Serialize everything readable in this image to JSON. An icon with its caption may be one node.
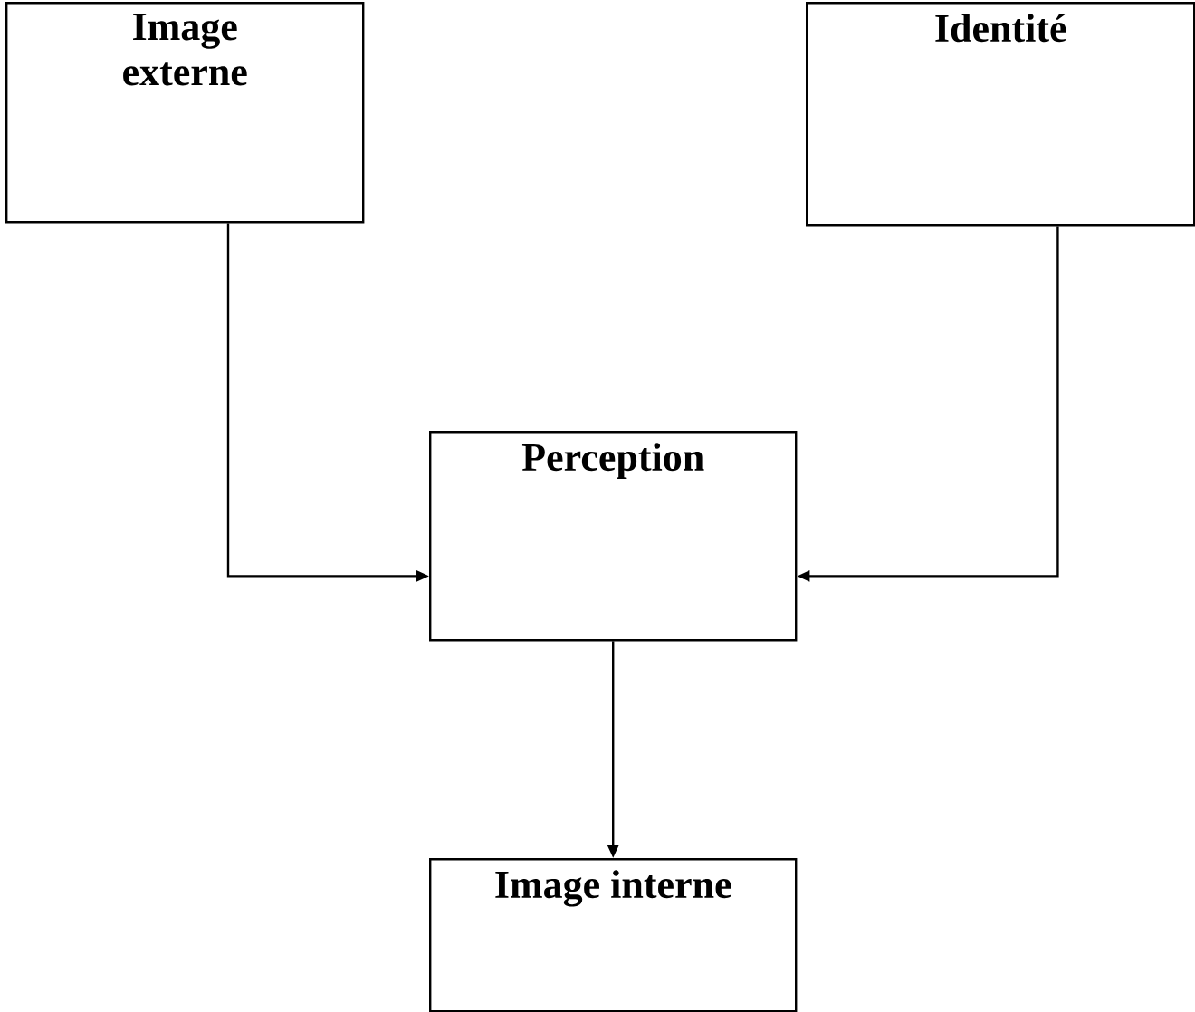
{
  "diagram": {
    "nodes": [
      {
        "text": [
          "Image externe"
        ]
      },
      {
        "text": [
          "Identité"
        ]
      },
      {
        "text": [
          "Perception"
        ]
      },
      {
        "text": [
          "Image interne"
        ]
      }
    ],
    "edges": [
      {
        "from": 0,
        "to": 2,
        "arrow": "to"
      },
      {
        "from": 1,
        "to": 2,
        "arrow": "to"
      },
      {
        "from": 2,
        "to": 3,
        "arrow": "to"
      }
    ]
  }
}
